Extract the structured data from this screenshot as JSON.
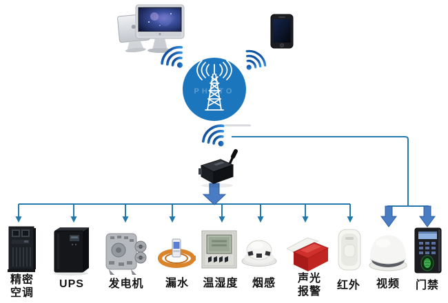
{
  "colors": {
    "hub_circle": "#1b76bd",
    "connector_line": "#2478ab",
    "thick_arrow": "#4a7cc4",
    "label_color": "#141414"
  },
  "hub": {
    "watermark": "PHOTO",
    "icon": "radio-tower-icon"
  },
  "top_devices": [
    {
      "id": "desktop-computers",
      "icon": "imac-computers-icon"
    },
    {
      "id": "smartphone",
      "icon": "smartphone-icon"
    }
  ],
  "gateway": {
    "icon": "wireless-gateway-icon"
  },
  "devices": [
    {
      "id": "precision-ac",
      "icon": "air-conditioner-cabinet-icon",
      "label_lines": [
        "精密",
        "空调"
      ]
    },
    {
      "id": "ups",
      "icon": "ups-cabinet-icon",
      "label_lines": [
        "UPS"
      ]
    },
    {
      "id": "generator",
      "icon": "generator-icon",
      "label_lines": [
        "发电机"
      ]
    },
    {
      "id": "water-leak",
      "icon": "leak-cable-ring-icon",
      "label_lines": [
        "漏水"
      ]
    },
    {
      "id": "temperature-humidity",
      "icon": "temp-humidity-panel-icon",
      "label_lines": [
        "温湿度"
      ]
    },
    {
      "id": "smoke-detector",
      "icon": "smoke-detector-icon",
      "label_lines": [
        "烟感"
      ]
    },
    {
      "id": "sound-light-alarm",
      "icon": "siren-icon",
      "label_lines": [
        "声光",
        "报警"
      ]
    },
    {
      "id": "infrared",
      "icon": "pir-sensor-icon",
      "label_lines": [
        "红外"
      ]
    },
    {
      "id": "video-camera",
      "icon": "dome-camera-icon",
      "label_lines": [
        "视频"
      ]
    },
    {
      "id": "access-control",
      "icon": "access-control-terminal-icon",
      "label_lines": [
        "门禁"
      ]
    }
  ]
}
